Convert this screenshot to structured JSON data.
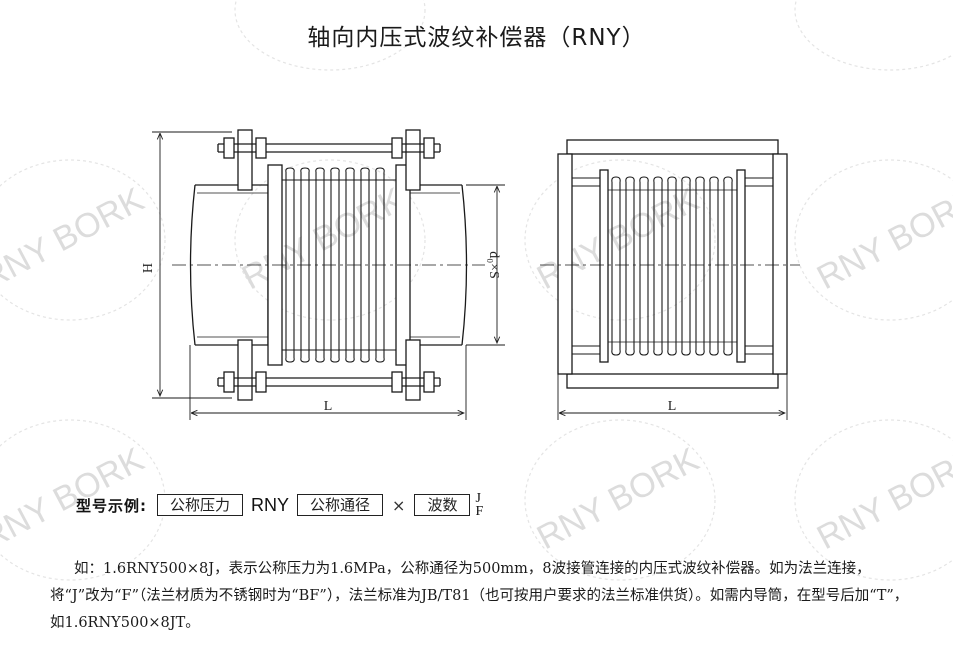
{
  "title": "轴向内压式波纹补偿器（RNY）",
  "drawing": {
    "height_label": "H",
    "length_label": "L",
    "length_label_right": "L",
    "diameter_label": "d₀×S"
  },
  "model": {
    "label": "型号示例:",
    "box1": "公称压力",
    "code": "RNY",
    "box2": "公称通径",
    "times": "×",
    "box3": "波数",
    "suffix_top": "J",
    "suffix_bottom": "F"
  },
  "description": "如：1.6RNY500×8J，表示公称压力为1.6MPa，公称通径为500mm，8波接管连接的内压式波纹补偿器。如为法兰连接，将“J”改为“F”（法兰材质为不锈钢时为“BF”），法兰标准为JB/T81（也可按用户要求的法兰标准供货）。如需内导筒，在型号后加“T”，如1.6RNY500×8JT。",
  "watermark": "RNY BORK"
}
